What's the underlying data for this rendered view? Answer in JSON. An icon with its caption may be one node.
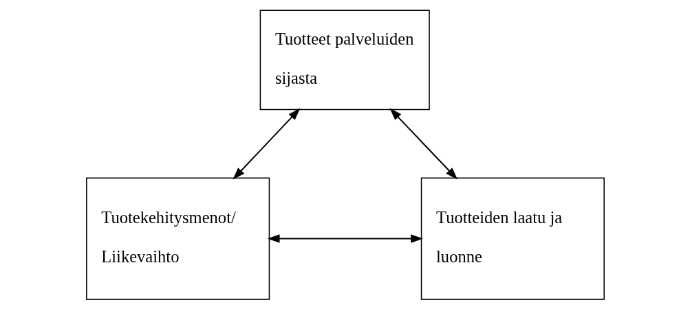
{
  "diagram": {
    "nodes": [
      {
        "text": [
          "Tuotteet palveluiden sijasta"
        ]
      },
      {
        "text": [
          "Tuotekehitysmenot/ Liikevaihto"
        ]
      },
      {
        "text": [
          "Tuotteiden laatu ja luonne"
        ]
      }
    ],
    "edges": [
      {
        "from": 0,
        "to": 1,
        "arrow": "both"
      },
      {
        "from": 0,
        "to": 2,
        "arrow": "both"
      },
      {
        "from": 1,
        "to": 2,
        "arrow": "both"
      }
    ]
  }
}
